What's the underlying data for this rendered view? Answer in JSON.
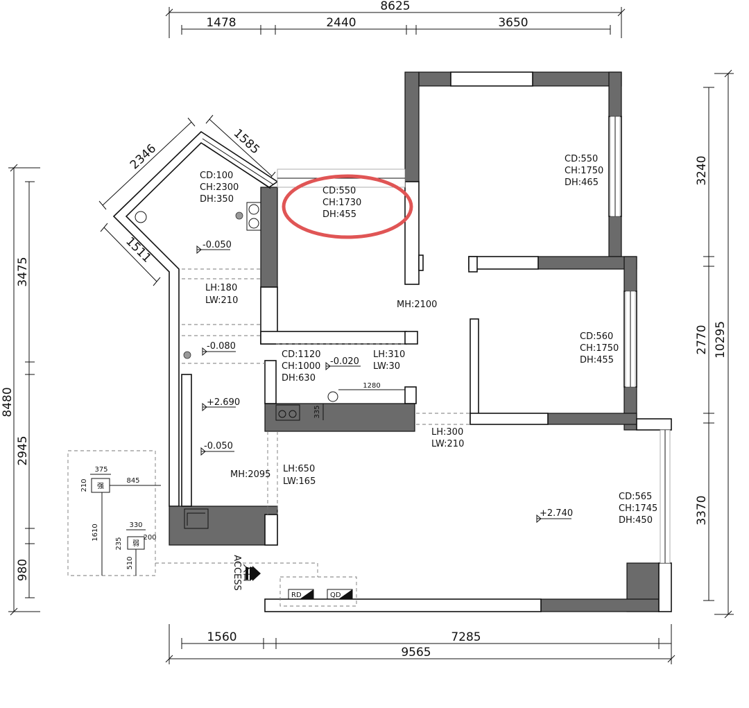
{
  "dimensions": {
    "top_total": "8625",
    "top_segments": [
      "1478",
      "2440",
      "3650"
    ],
    "bottom_total": "9565",
    "bottom_segments": [
      "1560",
      "7285"
    ],
    "left_total": "8480",
    "left_segments": [
      "3475",
      "2945",
      "980"
    ],
    "right_total": "10295",
    "right_segments": [
      "3240",
      "2770",
      "3370"
    ],
    "diagonal": [
      "2346",
      "1585",
      "1511"
    ]
  },
  "rooms": {
    "balcony_top": [
      "CD:100",
      "CH:2300",
      "DH:350"
    ],
    "kitchen": [
      "CD:550",
      "CH:1730",
      "DH:455"
    ],
    "bedroom_top": [
      "CD:550",
      "CH:1750",
      "DH:465"
    ],
    "bedroom_mid": [
      "CD:560",
      "CH:1750",
      "DH:455"
    ],
    "bath": [
      "CD:1120",
      "CH:1000",
      "DH:630"
    ],
    "living": [
      "CD:565",
      "CH:1745",
      "DH:450"
    ]
  },
  "openings": {
    "corridor": [
      "LH:180",
      "LW:210"
    ],
    "bath_vent": [
      "LH:310",
      "LW:30"
    ],
    "hall": [
      "LH:300",
      "LW:210"
    ],
    "entry": [
      "LH:650",
      "LW:165"
    ]
  },
  "levels": {
    "l1": "-0.050",
    "l2": "-0.080",
    "l3": "-0.020",
    "l4": "+2.690",
    "l5": "-0.050",
    "l6": "+2.740"
  },
  "mh": {
    "center": "MH:2100",
    "left": "MH:2095"
  },
  "small_dims": {
    "bath_1280": "1280",
    "bath_335": "335"
  },
  "panel": {
    "d375": "375",
    "d210": "210",
    "d845": "845",
    "d330": "330",
    "d235": "235",
    "d200": "200",
    "d1610": "1610",
    "d510": "510",
    "strong": "强",
    "weak": "弱"
  },
  "entrance": {
    "cn": "入口",
    "en": "ACCESS"
  },
  "boxes": [
    "RD",
    "QD"
  ],
  "highlight": {
    "color": "#e05555",
    "target": "kitchen"
  }
}
